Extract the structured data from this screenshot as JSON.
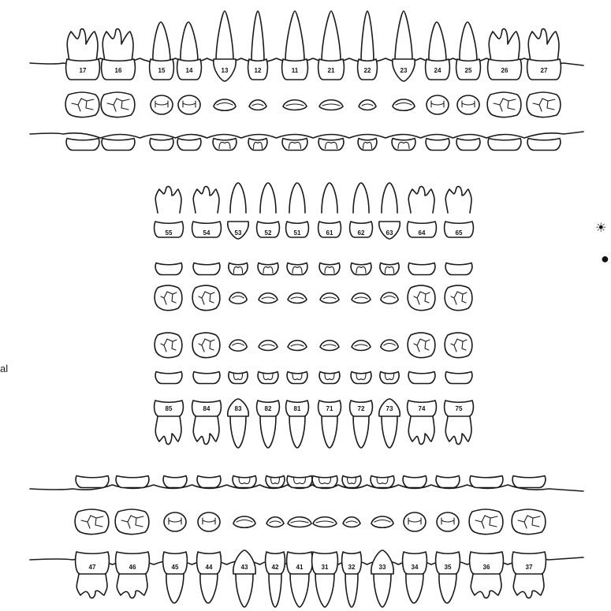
{
  "permanent_upper": [
    "17",
    "16",
    "15",
    "14",
    "13",
    "12",
    "11",
    "21",
    "22",
    "23",
    "24",
    "25",
    "26",
    "27"
  ],
  "deciduous_upper": [
    "55",
    "54",
    "53",
    "52",
    "51",
    "61",
    "62",
    "63",
    "64",
    "65"
  ],
  "deciduous_lower": [
    "85",
    "84",
    "83",
    "82",
    "81",
    "71",
    "72",
    "73",
    "74",
    "75"
  ],
  "permanent_lower": [
    "47",
    "46",
    "45",
    "44",
    "43",
    "42",
    "41",
    "31",
    "32",
    "33",
    "34",
    "35",
    "36",
    "37"
  ],
  "edge_fragments": {
    "left_text": "al",
    "right_star": "☀",
    "right_dot": "●"
  }
}
